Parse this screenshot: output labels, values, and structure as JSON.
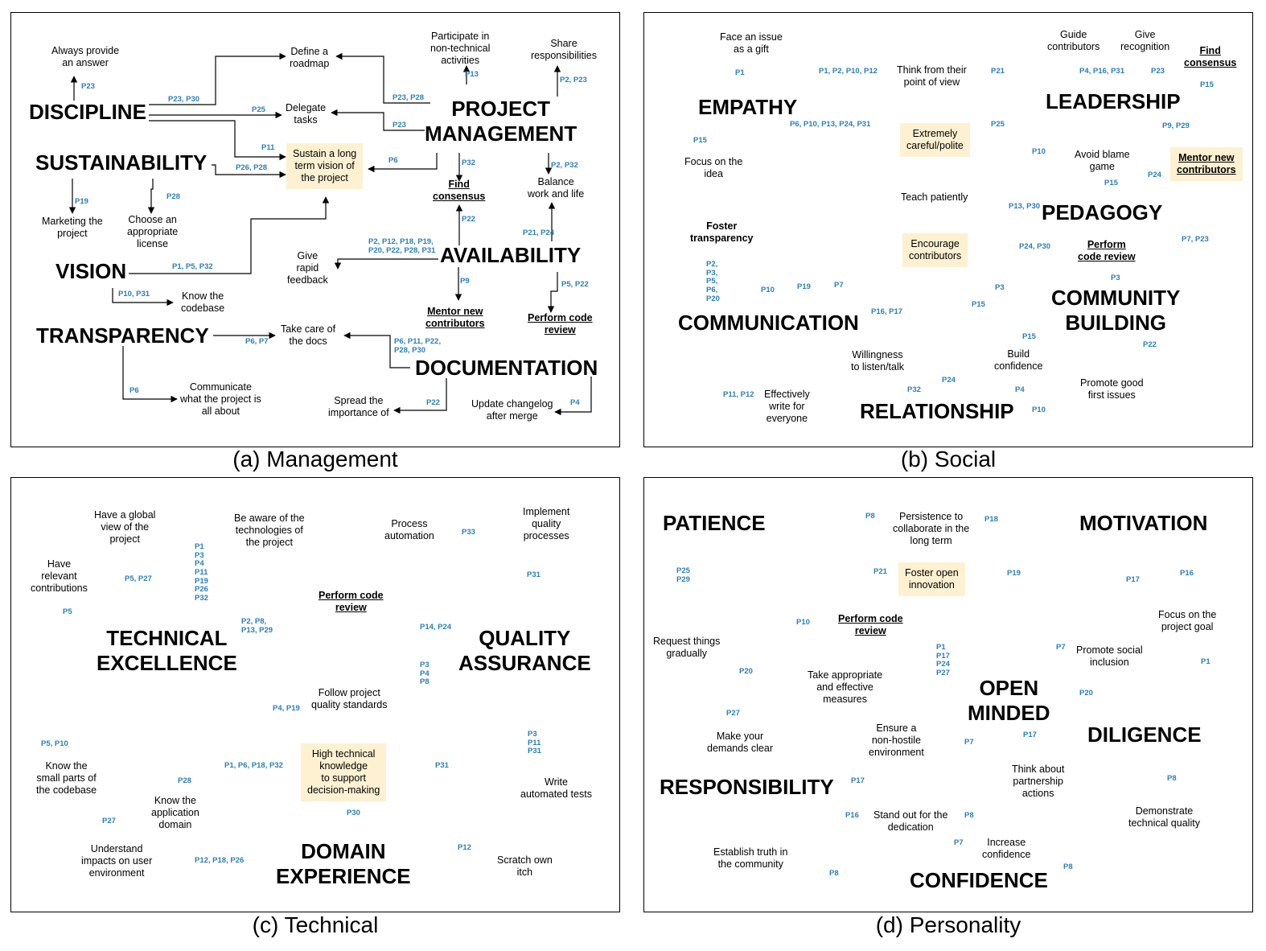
{
  "accent_color": "#2a7fb8",
  "highlight_color": "#fdf1d2",
  "panels": {
    "management": {
      "caption": "(a) Management",
      "nodes": {
        "discipline": "DISCIPLINE",
        "sustainability": "SUSTAINABILITY",
        "vision": "VISION",
        "transparency": "TRANSPARENCY",
        "project_management": "PROJECT\nMANAGEMENT",
        "availability": "AVAILABILITY",
        "documentation": "DOCUMENTATION",
        "always_answer": "Always provide\nan answer",
        "define_roadmap": "Define a\nroadmap",
        "participate": "Participate in\nnon-technical\nactivities",
        "share_resp": "Share\nresponsibilities",
        "delegate": "Delegate\ntasks",
        "sustain_vision": "Sustain a long\nterm vision of\nthe project",
        "find_consensus": "Find\nconsensus",
        "balance": "Balance\nwork and life",
        "marketing": "Marketing the\nproject",
        "license": "Choose an\nappropriate\nlicense",
        "rapid_feedback": "Give\nrapid\nfeedback",
        "know_codebase": "Know the\ncodebase",
        "mentor": "Mentor new\ncontributors",
        "code_review": "Perform code\nreview",
        "docs": "Take care of\nthe docs",
        "communicate": "Communicate\nwhat the project is\nall about",
        "spread": "Spread the\nimportance of",
        "changelog": "Update changelog\nafter merge"
      },
      "labels": [
        "P23",
        "P23, P30",
        "P25",
        "P11",
        "P26, P28",
        "P19",
        "P28",
        "P1, P5, P32",
        "P10, P31",
        "P6, P7",
        "P6",
        "P23, P28",
        "P23",
        "P6",
        "P13",
        "P2, P23",
        "P32",
        "P2, P32",
        "P22",
        "P21, P24",
        "P2, P12, P18, P19,\nP20, P22, P28, P31",
        "P9",
        "P5, P22",
        "P6, P11, P22,\nP28, P30",
        "P22",
        "P4"
      ]
    },
    "social": {
      "caption": "(b) Social",
      "nodes": {
        "empathy": "EMPATHY",
        "leadership": "LEADERSHIP",
        "pedagogy": "PEDAGOGY",
        "communication": "COMMUNICATION",
        "community": "COMMUNITY\nBUILDING",
        "relationship": "RELATIONSHIP",
        "face_issue": "Face an issue\nas a gift",
        "think_view": "Think from their\npoint of view",
        "guide": "Guide\ncontributors",
        "recognition": "Give\nrecognition",
        "find_consensus": "Find\nconsensus",
        "careful": "Extremely\ncareful/polite",
        "focus_idea": "Focus on the\nidea",
        "avoid_blame": "Avoid blame\ngame",
        "mentor": "Mentor new\ncontributors",
        "teach": "Teach patiently",
        "foster": "Foster\ntransparency",
        "encourage": "Encourage\ncontributors",
        "code_review": "Perform\ncode review",
        "willingness": "Willingness\nto listen/talk",
        "confidence": "Build\nconfidence",
        "good_first": "Promote good\nfirst issues",
        "write": "Effectively\nwrite for\neveryone"
      },
      "labels": [
        "P1",
        "P1, P2, P10, P12",
        "P21",
        "P4, P16, P31",
        "P23",
        "P15",
        "P6, P10, P13, P24, P31",
        "P25",
        "P9, P29",
        "P15",
        "P10",
        "P15",
        "P24",
        "P13, P30",
        "P24, P30",
        "P3",
        "P2,\nP3,\nP5,\nP6,\nP20",
        "P10",
        "P19",
        "P7",
        "P16, P17",
        "P3",
        "P15",
        "P7, P23",
        "P15",
        "P22",
        "P11, P12",
        "P24",
        "P32",
        "P4",
        "P10"
      ]
    },
    "technical": {
      "caption": "(c) Technical",
      "nodes": {
        "tech_excellence": "TECHNICAL\nEXCELLENCE",
        "quality": "QUALITY\nASSURANCE",
        "domain": "DOMAIN\nEXPERIENCE",
        "global_view": "Have a global\nview of the\nproject",
        "aware_tech": "Be aware of the\ntechnologies of\nthe project",
        "relevant": "Have\nrelevant\ncontributions",
        "process_auto": "Process\nautomation",
        "implement_quality": "Implement\nquality\nprocesses",
        "code_review": "Perform code\nreview",
        "follow_standards": "Follow project\nquality standards",
        "small_parts": "Know the\nsmall parts of\nthe codebase",
        "high_knowledge": "High technical\nknowledge\nto support\ndecision-making",
        "app_domain": "Know the\napplication\ndomain",
        "impacts": "Understand\nimpacts on user\nenvironment",
        "auto_tests": "Write\nautomated tests",
        "scratch": "Scratch own\nitch"
      },
      "labels": [
        "P5",
        "P5, P27",
        "P1\nP3\nP4\nP11\nP19\nP26\nP32",
        "P2, P8,\nP13, P29",
        "P14, P24",
        "P33",
        "P31",
        "P3\nP4\nP8",
        "P4, P19",
        "P5, P10",
        "P28",
        "P27",
        "P1, P6, P18, P32",
        "P31",
        "P3\nP11\nP31",
        "P30",
        "P12, P18, P26",
        "P12"
      ]
    },
    "personality": {
      "caption": "(d) Personality",
      "nodes": {
        "patience": "PATIENCE",
        "motivation": "MOTIVATION",
        "open_minded": "OPEN\nMINDED",
        "diligence": "DILIGENCE",
        "responsibility": "RESPONSIBILITY",
        "confidence": "CONFIDENCE",
        "persistence": "Persistence to\ncollaborate in the\nlong term",
        "open_innovation": "Foster open\ninnovation",
        "code_review": "Perform code\nreview",
        "request": "Request things\ngradually",
        "take_measures": "Take appropriate\nand effective\nmeasures",
        "demands": "Make your\ndemands clear",
        "social_inclusion": "Promote social\ninclusion",
        "focus_goal": "Focus on the\nproject goal",
        "non_hostile": "Ensure a\nnon-hostile\nenvironment",
        "partnership": "Think about\npartnership\nactions",
        "tech_quality": "Demonstrate\ntechnical quality",
        "stand_out": "Stand out for the\ndedication",
        "truth": "Establish truth in\nthe community",
        "increase_conf": "Increase\nconfidence"
      },
      "labels": [
        "P8",
        "P18",
        "P25\nP29",
        "P21",
        "P19",
        "P17",
        "P16",
        "P10",
        "P20",
        "P27",
        "P1\nP17\nP24\nP27",
        "P7",
        "P20",
        "P1",
        "P7",
        "P17",
        "P17",
        "P8",
        "P16",
        "P8",
        "P7",
        "P8",
        "P8"
      ]
    }
  }
}
